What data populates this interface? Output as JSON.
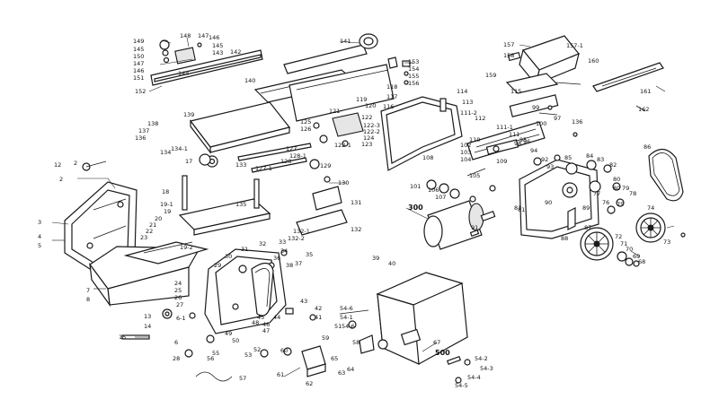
{
  "callouts": [
    {
      "id": "c1",
      "text": "149"
    },
    {
      "id": "c2",
      "text": "145"
    },
    {
      "id": "c3",
      "text": "150"
    },
    {
      "id": "c4",
      "text": "147"
    },
    {
      "id": "c5",
      "text": "146"
    },
    {
      "id": "c6",
      "text": "151"
    },
    {
      "id": "c7",
      "text": "148"
    },
    {
      "id": "c8",
      "text": "147"
    },
    {
      "id": "c9",
      "text": "146"
    },
    {
      "id": "c10",
      "text": "145"
    },
    {
      "id": "c11",
      "text": "143"
    },
    {
      "id": "c12",
      "text": "142"
    },
    {
      "id": "c13",
      "text": "144"
    },
    {
      "id": "c14",
      "text": "152"
    },
    {
      "id": "c15",
      "text": "141"
    },
    {
      "id": "c16",
      "text": "140"
    },
    {
      "id": "c17",
      "text": "153"
    },
    {
      "id": "c18",
      "text": "154"
    },
    {
      "id": "c19",
      "text": "155"
    },
    {
      "id": "c20",
      "text": "156"
    },
    {
      "id": "c21",
      "text": "118"
    },
    {
      "id": "c22",
      "text": "117"
    },
    {
      "id": "c23",
      "text": "116"
    },
    {
      "id": "c24",
      "text": "114"
    },
    {
      "id": "c25",
      "text": "113"
    },
    {
      "id": "c26",
      "text": "111-2"
    },
    {
      "id": "c27",
      "text": "115"
    },
    {
      "id": "c28",
      "text": "157"
    },
    {
      "id": "c29",
      "text": "157-1"
    },
    {
      "id": "c30",
      "text": "158"
    },
    {
      "id": "c31",
      "text": "160"
    },
    {
      "id": "c32",
      "text": "159"
    },
    {
      "id": "c33",
      "text": "161"
    },
    {
      "id": "c34",
      "text": "162"
    },
    {
      "id": "c35",
      "text": "139"
    },
    {
      "id": "c36",
      "text": "138"
    },
    {
      "id": "c37",
      "text": "137"
    },
    {
      "id": "c38",
      "text": "136"
    },
    {
      "id": "c39",
      "text": "134-1"
    },
    {
      "id": "c40",
      "text": "134"
    },
    {
      "id": "c41",
      "text": "17"
    },
    {
      "id": "c42",
      "text": "133"
    },
    {
      "id": "c43",
      "text": "127-1"
    },
    {
      "id": "c44",
      "text": "127"
    },
    {
      "id": "c45",
      "text": "128-1"
    },
    {
      "id": "c46",
      "text": "128"
    },
    {
      "id": "c47",
      "text": "129"
    },
    {
      "id": "c48",
      "text": "125"
    },
    {
      "id": "c49",
      "text": "126"
    },
    {
      "id": "c50",
      "text": "121"
    },
    {
      "id": "c51",
      "text": "122"
    },
    {
      "id": "c52",
      "text": "120"
    },
    {
      "id": "c53",
      "text": "119"
    },
    {
      "id": "c54",
      "text": "122-3"
    },
    {
      "id": "c55",
      "text": "122-2"
    },
    {
      "id": "c56",
      "text": "124"
    },
    {
      "id": "c57",
      "text": "123"
    },
    {
      "id": "c58",
      "text": "122-1"
    },
    {
      "id": "c59",
      "text": "2"
    },
    {
      "id": "c60",
      "text": "12"
    },
    {
      "id": "c61",
      "text": "2"
    },
    {
      "id": "c62",
      "text": "18"
    },
    {
      "id": "c63",
      "text": "135"
    },
    {
      "id": "c64",
      "text": "130"
    },
    {
      "id": "c65",
      "text": "131"
    },
    {
      "id": "c66",
      "text": "132"
    },
    {
      "id": "c67",
      "text": "132-1"
    },
    {
      "id": "c68",
      "text": "132-2"
    },
    {
      "id": "c69",
      "text": "19-1"
    },
    {
      "id": "c70",
      "text": "19"
    },
    {
      "id": "c71",
      "text": "20"
    },
    {
      "id": "c72",
      "text": "21"
    },
    {
      "id": "c73",
      "text": "22"
    },
    {
      "id": "c74",
      "text": "23"
    },
    {
      "id": "c75",
      "text": "3"
    },
    {
      "id": "c76",
      "text": "4"
    },
    {
      "id": "c77",
      "text": "5"
    },
    {
      "id": "c78",
      "text": "19-2"
    },
    {
      "id": "c79",
      "text": "7"
    },
    {
      "id": "c80",
      "text": "8"
    },
    {
      "id": "c81",
      "text": "24"
    },
    {
      "id": "c82",
      "text": "25"
    },
    {
      "id": "c83",
      "text": "26"
    },
    {
      "id": "c84",
      "text": "27"
    },
    {
      "id": "c85",
      "text": "13"
    },
    {
      "id": "c86",
      "text": "14"
    },
    {
      "id": "c87",
      "text": "6-1"
    },
    {
      "id": "c88",
      "text": "15"
    },
    {
      "id": "c89",
      "text": "6"
    },
    {
      "id": "c90",
      "text": "28"
    },
    {
      "id": "c91",
      "text": "29"
    },
    {
      "id": "c92",
      "text": "30"
    },
    {
      "id": "c93",
      "text": "31"
    },
    {
      "id": "c94",
      "text": "32"
    },
    {
      "id": "c95",
      "text": "33"
    },
    {
      "id": "c96",
      "text": "34"
    },
    {
      "id": "c97",
      "text": "36"
    },
    {
      "id": "c98",
      "text": "38"
    },
    {
      "id": "c99",
      "text": "35"
    },
    {
      "id": "c100",
      "text": "37"
    },
    {
      "id": "c101",
      "text": "43"
    },
    {
      "id": "c102",
      "text": "42"
    },
    {
      "id": "c103",
      "text": "41"
    },
    {
      "id": "c104",
      "text": "44"
    },
    {
      "id": "c105",
      "text": "45"
    },
    {
      "id": "c106",
      "text": "46"
    },
    {
      "id": "c107",
      "text": "47"
    },
    {
      "id": "c108",
      "text": "48"
    },
    {
      "id": "c109",
      "text": "49"
    },
    {
      "id": "c110",
      "text": "50"
    },
    {
      "id": "c111",
      "text": "51"
    },
    {
      "id": "c112",
      "text": "52"
    },
    {
      "id": "c113",
      "text": "53"
    },
    {
      "id": "c114",
      "text": "55"
    },
    {
      "id": "c115",
      "text": "56"
    },
    {
      "id": "c116",
      "text": "57"
    },
    {
      "id": "c117",
      "text": "39"
    },
    {
      "id": "c118",
      "text": "40"
    },
    {
      "id": "c119",
      "text": "54-6"
    },
    {
      "id": "c120",
      "text": "54-1"
    },
    {
      "id": "c121",
      "text": "54-6"
    },
    {
      "id": "c122",
      "text": "58"
    },
    {
      "id": "c123",
      "text": "59"
    },
    {
      "id": "c124",
      "text": "60"
    },
    {
      "id": "c125",
      "text": "61"
    },
    {
      "id": "c126",
      "text": "62"
    },
    {
      "id": "c127",
      "text": "63"
    },
    {
      "id": "c128",
      "text": "64"
    },
    {
      "id": "c129",
      "text": "65"
    },
    {
      "id": "c130",
      "text": "67"
    },
    {
      "id": "c131",
      "text": "500"
    },
    {
      "id": "c132",
      "text": "54-2"
    },
    {
      "id": "c133",
      "text": "54-3"
    },
    {
      "id": "c134",
      "text": "54-4"
    },
    {
      "id": "c135",
      "text": "54-5"
    },
    {
      "id": "c136",
      "text": "300"
    },
    {
      "id": "c137",
      "text": "91"
    },
    {
      "id": "c138",
      "text": "101"
    },
    {
      "id": "c139",
      "text": "106"
    },
    {
      "id": "c140",
      "text": "107"
    },
    {
      "id": "c141",
      "text": "108"
    },
    {
      "id": "c142",
      "text": "105"
    },
    {
      "id": "c143",
      "text": "104"
    },
    {
      "id": "c144",
      "text": "103"
    },
    {
      "id": "c145",
      "text": "102"
    },
    {
      "id": "c146",
      "text": "110"
    },
    {
      "id": "c147",
      "text": "111-1"
    },
    {
      "id": "c148",
      "text": "112"
    },
    {
      "id": "c149",
      "text": "111"
    },
    {
      "id": "c150",
      "text": "98"
    },
    {
      "id": "c151",
      "text": "95"
    },
    {
      "id": "c152",
      "text": "94"
    },
    {
      "id": "c153",
      "text": "96"
    },
    {
      "id": "c154",
      "text": "99"
    },
    {
      "id": "c155",
      "text": "100"
    },
    {
      "id": "c156",
      "text": "97"
    },
    {
      "id": "c157",
      "text": "92"
    },
    {
      "id": "c158",
      "text": "93"
    },
    {
      "id": "c159",
      "text": "136"
    },
    {
      "id": "c160",
      "text": "109"
    },
    {
      "id": "c161",
      "text": "85"
    },
    {
      "id": "c162",
      "text": "84"
    },
    {
      "id": "c163",
      "text": "83"
    },
    {
      "id": "c164",
      "text": "82"
    },
    {
      "id": "c165",
      "text": "86"
    },
    {
      "id": "c166",
      "text": "81"
    },
    {
      "id": "c167",
      "text": "80"
    },
    {
      "id": "c168",
      "text": "79"
    },
    {
      "id": "c169",
      "text": "78"
    },
    {
      "id": "c170",
      "text": "77"
    },
    {
      "id": "c171",
      "text": "76"
    },
    {
      "id": "c172",
      "text": "75"
    },
    {
      "id": "c173",
      "text": "74"
    },
    {
      "id": "c174",
      "text": "73"
    },
    {
      "id": "c175",
      "text": "72"
    },
    {
      "id": "c176",
      "text": "71"
    },
    {
      "id": "c177",
      "text": "70"
    },
    {
      "id": "c178",
      "text": "69"
    },
    {
      "id": "c179",
      "text": "68"
    },
    {
      "id": "c180",
      "text": "87"
    },
    {
      "id": "c181",
      "text": "88"
    },
    {
      "id": "c182",
      "text": "89"
    },
    {
      "id": "c183",
      "text": "90"
    },
    {
      "id": "c184",
      "text": "80"
    },
    {
      "id": "c185",
      "text": "81"
    }
  ]
}
